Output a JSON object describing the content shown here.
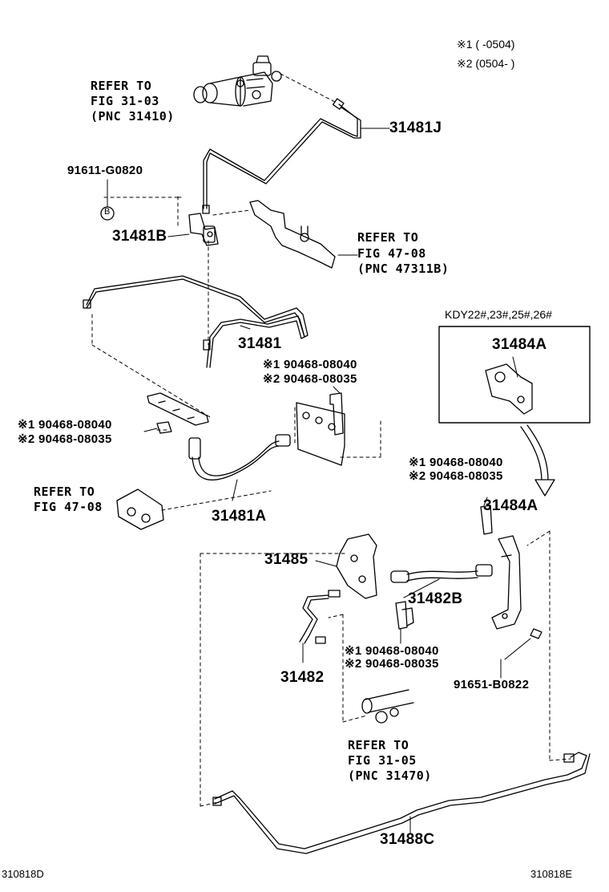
{
  "legend": {
    "line1": "※1 (      -0504)",
    "line2": "※2 (0504-      )"
  },
  "refs": {
    "ref1": {
      "line1": "REFER TO",
      "line2": "FIG 31-03",
      "line3": "(PNC 31410)"
    },
    "ref2": {
      "line1": "REFER TO",
      "line2": "FIG 47-08",
      "line3": "(PNC 47311B)"
    },
    "ref3": {
      "line1": "REFER TO",
      "line2": "FIG 47-08"
    },
    "ref4": {
      "line1": "REFER TO",
      "line2": "FIG 31-05",
      "line3": "(PNC 31470)"
    }
  },
  "parts": {
    "p31481J": "31481J",
    "p91611": "91611-G0820",
    "p31481B": "31481B",
    "p31481": "31481",
    "p31481A": "31481A",
    "p31485": "31485",
    "p31482B": "31482B",
    "p31482": "31482",
    "p31484A_box": "31484A",
    "p31484A": "31484A",
    "p91651": "91651-B0822",
    "p31488C": "31488C"
  },
  "clips": {
    "c1a": "※1  90468-08040",
    "c1b": "※2  90468-08035",
    "c2a": "※1 90468-08040",
    "c2b": "※2 90468-08035",
    "c3a": "※1  90468-08040",
    "c3b": "※2  90468-08035",
    "c4a": "※1 90468-08040",
    "c4b": "※2 90468-08035"
  },
  "marker_b": "B",
  "box_title": "KDY22#,23#,25#,26#",
  "footer": {
    "left": "310818D",
    "right": "310818E"
  }
}
